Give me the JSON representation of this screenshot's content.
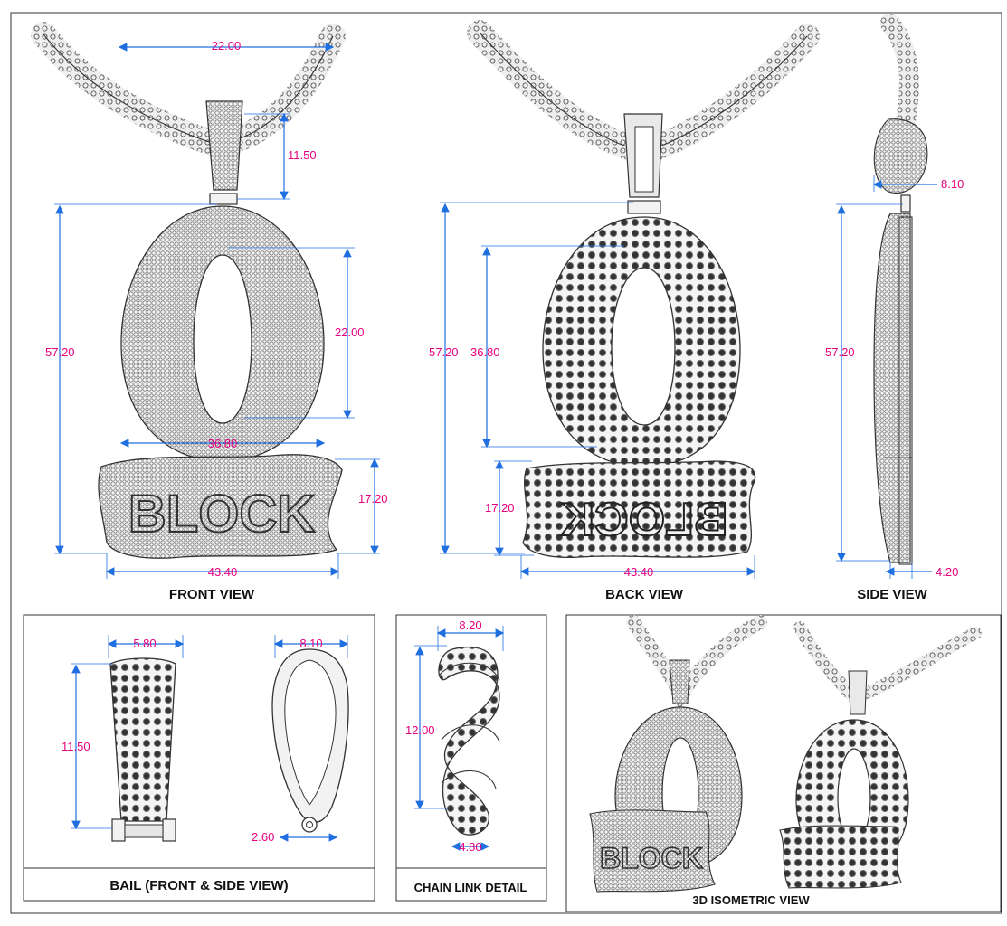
{
  "views": {
    "front": {
      "caption": "FRONT VIEW",
      "dims": {
        "chain_width": "22.00",
        "bail_height": "11.50",
        "total_height": "57.20",
        "inner_height": "22.00",
        "o_width": "36.80",
        "letters_height": "17.20",
        "total_width": "43.40"
      }
    },
    "back": {
      "caption": "BACK VIEW",
      "dims": {
        "total_height": "57.20",
        "o_height": "36.80",
        "letters_height": "17.20",
        "total_width": "43.40"
      }
    },
    "side": {
      "caption": "SIDE VIEW",
      "dims": {
        "bail_depth": "8.10",
        "total_height": "57.20",
        "thickness": "4.20"
      }
    }
  },
  "panels": {
    "bail": {
      "caption": "BAIL (FRONT & SIDE VIEW)",
      "dims": {
        "width": "5.80",
        "height": "11.50",
        "side_width": "8.10",
        "loop": "2.60"
      }
    },
    "chain": {
      "caption": "CHAIN LINK DETAIL",
      "dims": {
        "width": "8.20",
        "height": "12.00",
        "bottom": "4.80"
      }
    },
    "iso": {
      "caption": "3D ISOMETRIC VIEW"
    }
  },
  "letters_text": "BLOCK",
  "colors": {
    "dimension": "#1f6fe0",
    "label": "#e6007e",
    "ink": "#333333"
  }
}
